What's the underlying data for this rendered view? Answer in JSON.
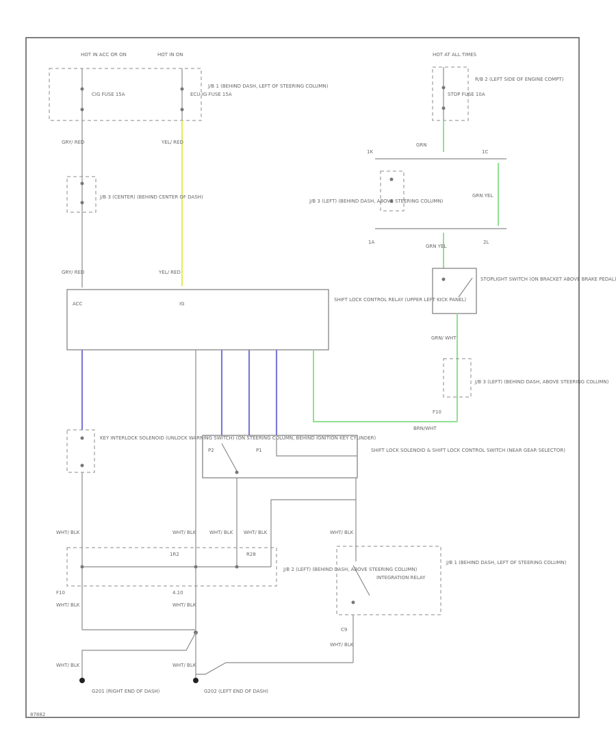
{
  "fuses": {
    "ign_fuse": "CIG FUSE 15A",
    "ecu_fuse": "ECU-IG FUSE 15A",
    "stop_fuse": "STOP FUSE 10A"
  },
  "feeds": {
    "hot_acc": "HOT IN ACC OR ON",
    "hot_on": "HOT IN ON",
    "hot_at_all_times": "HOT AT ALL TIMES"
  },
  "junction_blocks": {
    "jb1_top": "J/B 1 (BEHIND DASH, LEFT OF STEERING COLUMN)",
    "jb_center": "J/B 3 (CENTER) (BEHIND CENTER OF DASH)",
    "r_b2": "R/B 2 (LEFT SIDE OF ENGINE COMPT)",
    "jb3_left_upper": "J/B 3 (LEFT) (BEHIND DASH, ABOVE STEERING COLUMN)",
    "jb3_left_mid": "J/B 3 (LEFT) (BEHIND DASH, ABOVE STEERING COLUMN)",
    "jb2_left_lower": "J/B 2 (LEFT) (BEHIND DASH, ABOVE STEERING COLUMN)",
    "jb1_lower": "J/B 1 (BEHIND DASH, LEFT OF STEERING COLUMN)"
  },
  "components": {
    "shift_lock_relay": "SHIFT LOCK CONTROL RELAY (UPPER LEFT KICK PANEL)",
    "relay_pin_acc": "ACC",
    "relay_pin_ig": "IG",
    "stoplight_switch": "STOPLIGHT SWITCH (ON BRACKET ABOVE BRAKE PEDAL)",
    "key_interlock": "KEY INTERLOCK SOLENOID (UNLOCK WARNING SWITCH) (ON STEERING COLUMN, BEHIND IGNITION KEY CYLINDER)",
    "shift_lock_solenoid": "SHIFT LOCK SOLENOID & SHIFT LOCK CONTROL SWITCH (NEAR GEAR SELECTOR)",
    "integration_relay": "INTEGRATION RELAY",
    "sw_p1": "P1",
    "sw_p2": "P2"
  },
  "wires": {
    "w1": "GRY/ RED",
    "w2": "YEL/ RED",
    "w3": "GRN",
    "w4": "GRN YEL",
    "w5": "GRN YEL",
    "w6": "GRN/ WHT",
    "w7": "WHT/ BLK",
    "w8": "BRN/WHT"
  },
  "grounds": {
    "g1": "G201 (RIGHT END OF DASH)",
    "g2": "G202 (LEFT END OF DASH)"
  },
  "connectors": {
    "c1": "1K",
    "c2": "1C",
    "c3": "1A",
    "c4": "2L",
    "c5": "F10",
    "c6": "C9",
    "c7": "4.10",
    "c8": "1R2",
    "c9": "R28"
  },
  "footer_id": "87882"
}
